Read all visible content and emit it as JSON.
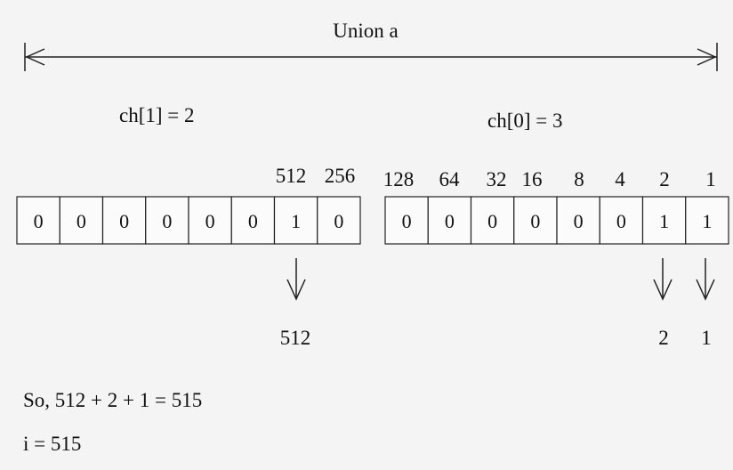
{
  "title": "Union a",
  "high_byte": {
    "label": "ch[1] = 2",
    "weights": [
      "512",
      "256"
    ],
    "bits": [
      "0",
      "0",
      "0",
      "0",
      "0",
      "0",
      "1",
      "0"
    ],
    "result": "512"
  },
  "low_byte": {
    "label": "ch[0] = 3",
    "weights": [
      "128",
      "64",
      "32",
      "16",
      "8",
      "4",
      "2",
      "1"
    ],
    "bits": [
      "0",
      "0",
      "0",
      "0",
      "0",
      "0",
      "1",
      "1"
    ],
    "results": [
      "2",
      "1"
    ]
  },
  "sum_line": "So, 512 + 2 + 1 = 515",
  "result_line": "i = 515"
}
